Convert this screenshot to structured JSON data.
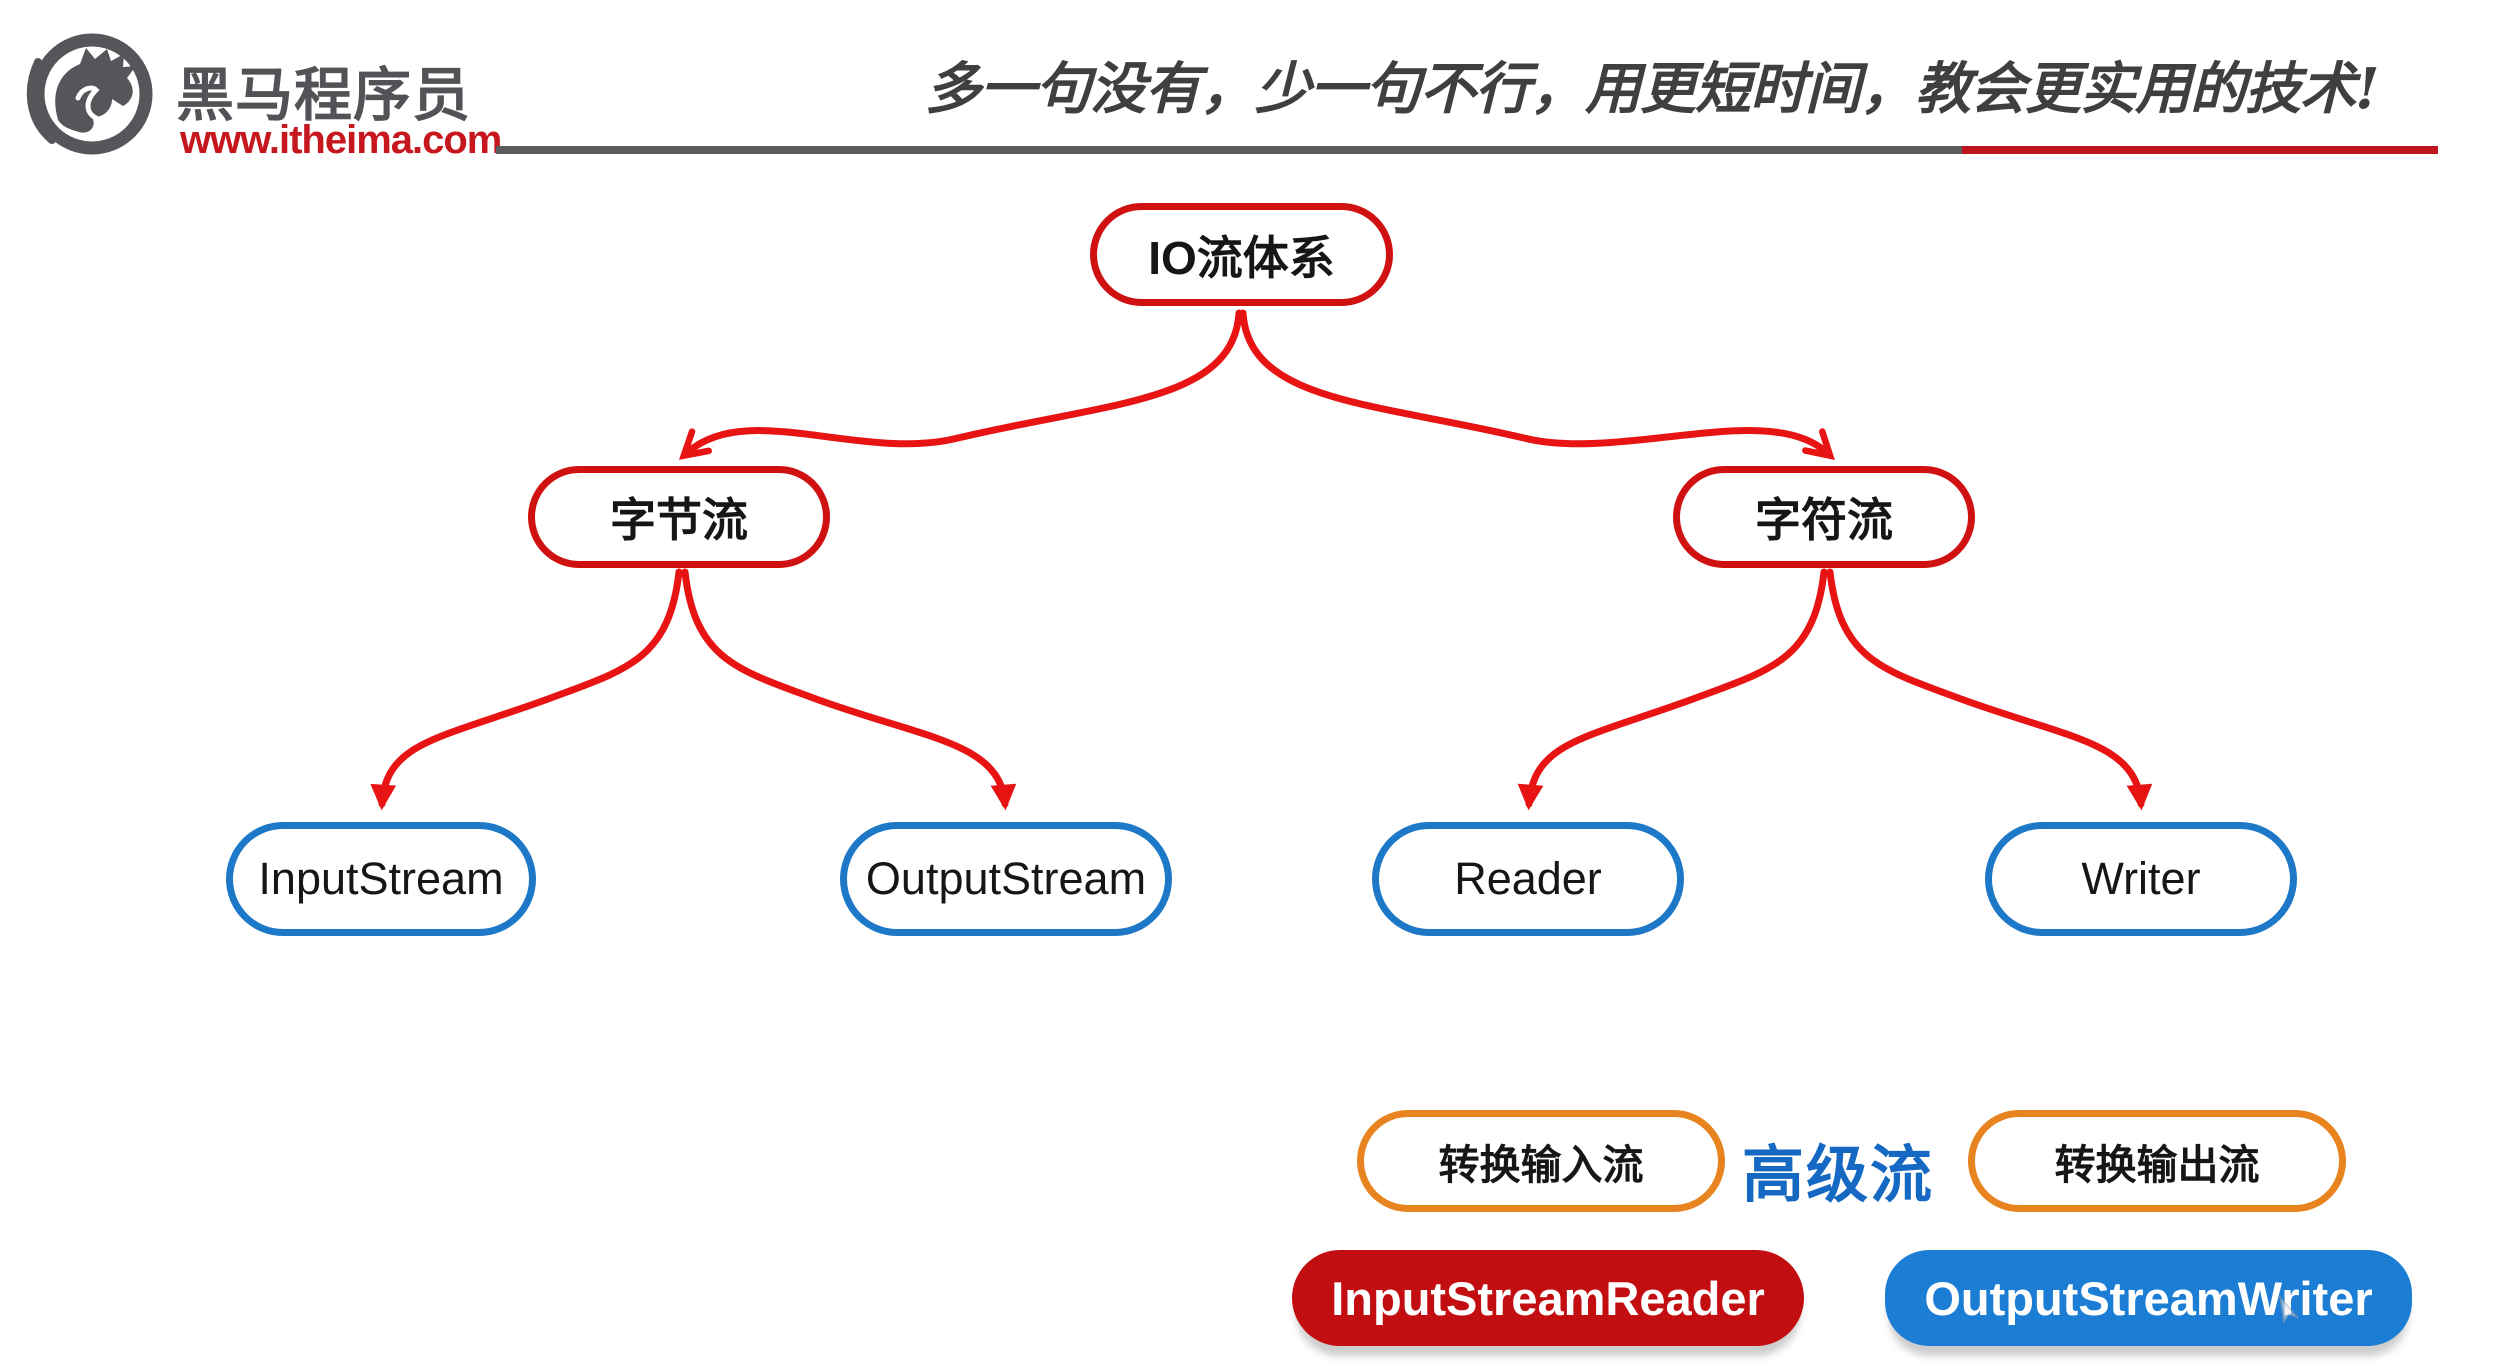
{
  "header": {
    "logo": {
      "brand": "黑马程序员",
      "url": "www.itheima.com"
    },
    "slogan": "多一句没有，少一句不行，用更短时间，教会更实用的技术!"
  },
  "diagram": {
    "root": {
      "label": "IO流体系"
    },
    "level2": [
      {
        "label": "字节流"
      },
      {
        "label": "字符流"
      }
    ],
    "leaves": [
      {
        "label": "InputStream"
      },
      {
        "label": "OutputStream"
      },
      {
        "label": "Reader"
      },
      {
        "label": "Writer"
      }
    ],
    "advanced": {
      "input_pill": "转换输入流",
      "center_label": "高级流",
      "output_pill": "转换输出流",
      "input_class": "InputStreamReader",
      "output_class": "OutputStreamWriter"
    }
  },
  "colors": {
    "node_red_border": "#d01111",
    "node_blue_border": "#1e78c8",
    "arrow_red": "#e81414",
    "pill_orange_border": "#e8841f",
    "class_red_fill": "#c20d11",
    "class_blue_fill": "#1b7ed4",
    "advanced_label_blue": "#1569c2",
    "brand_gray": "#525356",
    "brand_red": "#c7171e",
    "divider_gray": "#595b5d",
    "divider_red": "#bf1420"
  }
}
